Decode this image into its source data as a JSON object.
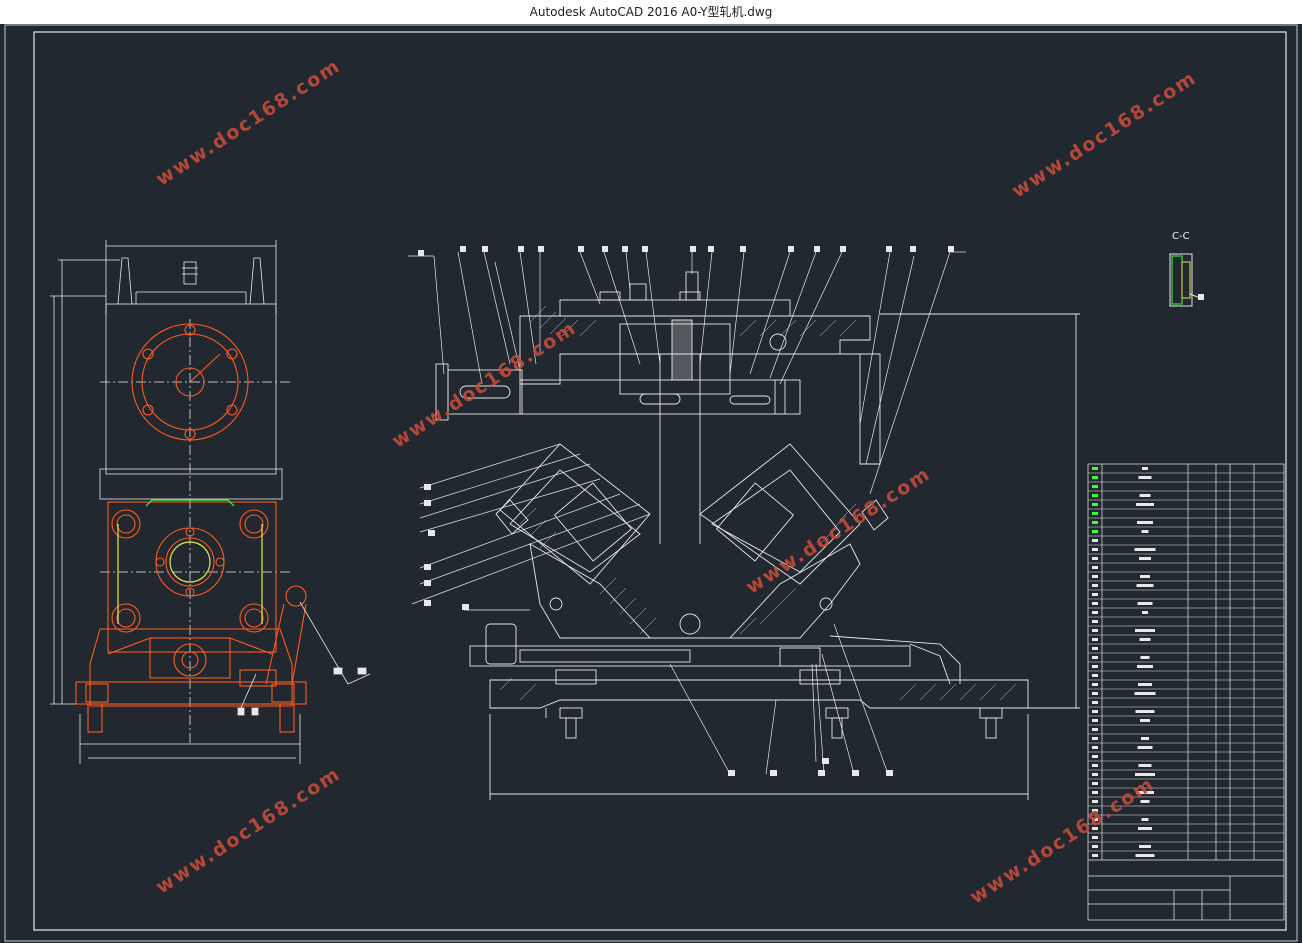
{
  "window": {
    "title": "Autodesk AutoCAD 2016     A0-Y型轧机.dwg"
  },
  "drawing": {
    "section_label": "C-C",
    "watermark": "www.doc168.com"
  },
  "colors": {
    "background": "#212830",
    "linework": "#e8e8e8",
    "orange": "#ff5a1e",
    "green": "#3cff3c",
    "yellow": "#e8e84a",
    "watermark": "#c24a3a"
  }
}
